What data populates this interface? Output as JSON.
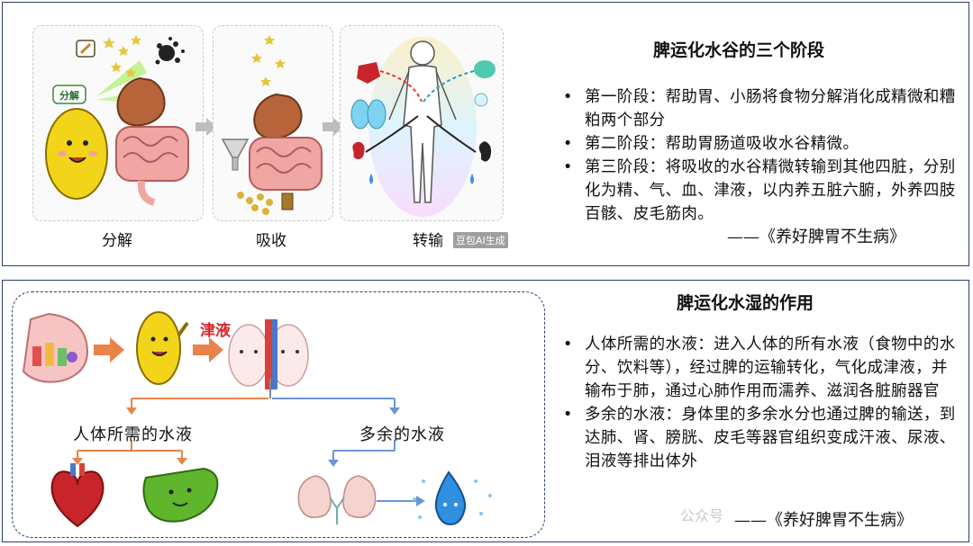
{
  "top": {
    "title": "脾运化水谷的三个阶段",
    "stages": [
      "分解",
      "吸收",
      "转输"
    ],
    "stage1_tag": "分解",
    "watermark": "豆包AI生成",
    "bullets": [
      "第一阶段：帮助胃、小肠将食物分解消化成精微和糟粕两个部分",
      "第二阶段：帮助胃肠道吸收水谷精微。",
      "第三阶段：将吸收的水谷精微转输到其他四脏，分别化为精、气、血、津液，以内养五脏六腑，外养四肢百骸、皮毛筋肉。"
    ],
    "source": "——《养好脾胃不生病》"
  },
  "bottom": {
    "title": "脾运化水湿的作用",
    "jinye": "津液",
    "needed_label": "人体所需的水液",
    "excess_label": "多余的水液",
    "bullets": [
      "人体所需的水液：进入人体的所有水液（食物中的水分、饮料等），经过脾的运输转化，气化成津液，并输布于肺，通过心肺作用而濡养、滋润各脏腑器官",
      "多余的水液：身体里的多余水分也通过脾的输送，到达肺、肾、膀胱、皮毛等器官组织变成汗液、尿液、泪液等排出体外"
    ],
    "source": "——《养好脾胃不生病》",
    "wechat": "公众号"
  },
  "colors": {
    "frame": "#2b3f6e",
    "orange_arrow": "#e8834a",
    "blue_arrow": "#6b96d6",
    "spleen_yellow": "#f2d51a",
    "heart_red": "#c8242b",
    "liver_green": "#5fb52c",
    "stomach_brown": "#b8643a",
    "intestine_pink": "#f0a6a3",
    "jinye_red": "#d8232a"
  }
}
